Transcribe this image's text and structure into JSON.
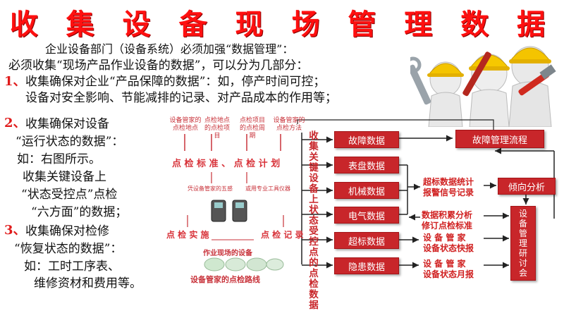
{
  "title": "收 集 设 备 现 场 管 理 数 据",
  "left_text": {
    "intro1": "企业设备部门（设备系统）必须加强“数据管理”：",
    "intro2": "必须收集“现场产品作业设备的数据”，可以分为几部分：",
    "item1_num": "1、",
    "item1_line1": "收集确保对企业“产品保障的数据”：如，停产时间可控；",
    "item1_line2": "设备对安全影响、节能减排的记录、对产品成本的作用等；",
    "item2_num": "2、",
    "item2_line1": "收集确保对设备",
    "item2_line2": "“运行状态的数据”：",
    "item2_line3": "如：右图所示。",
    "item2_line4": "收集关键设备上",
    "item2_line5": "“状态受控点”点检",
    "item2_line6": "“六方面”的数据；",
    "item3_num": "3、",
    "item3_line1": "收集确保对检修",
    "item3_line2": "“恢复状态的数据”：",
    "item3_line3": "如：工时工序表、",
    "item3_line4": "维修资材和费用等。"
  },
  "diagram": {
    "top_labels": [
      "设备管家的点检地点",
      "点检地点的点检项目",
      "点检项目的点检周期",
      "设备管家的点检方法"
    ],
    "standard_label": "点 检 标 准 、 点 检 计 划",
    "five_senses": "凭设备管家的五感",
    "tools": "或用专业工具仪器",
    "implement": "点 检 实 施",
    "record": "点 检 记 录",
    "site_equipment": "作业现场的设备",
    "route": "设备管家的点检路线",
    "vertical_title": "收集关键设备上状态受控点的点检数据",
    "data_boxes": [
      "故障数据",
      "表盘数据",
      "机械数据",
      "电气数据",
      "超标数据",
      "隐患数据"
    ],
    "fault_flow": "故障管理流程",
    "stats1": "超标数据统计",
    "stats2": "报警信号记录",
    "trend": "倾向分析",
    "accum1": "数据积累分析",
    "accum2": "修订点检标准",
    "weekly1": "设 备 管 家",
    "weekly2": "设备状态快报",
    "monthly1": "设 备 管 家",
    "monthly2": "设备状态月报",
    "seminar": "设备管理研讨会"
  },
  "colors": {
    "title": "#ff1010",
    "box": "#c8262a",
    "accent": "#e01b1b"
  },
  "icons": [
    "workers-illustration",
    "handheld-device-icon",
    "helmet-icon"
  ]
}
